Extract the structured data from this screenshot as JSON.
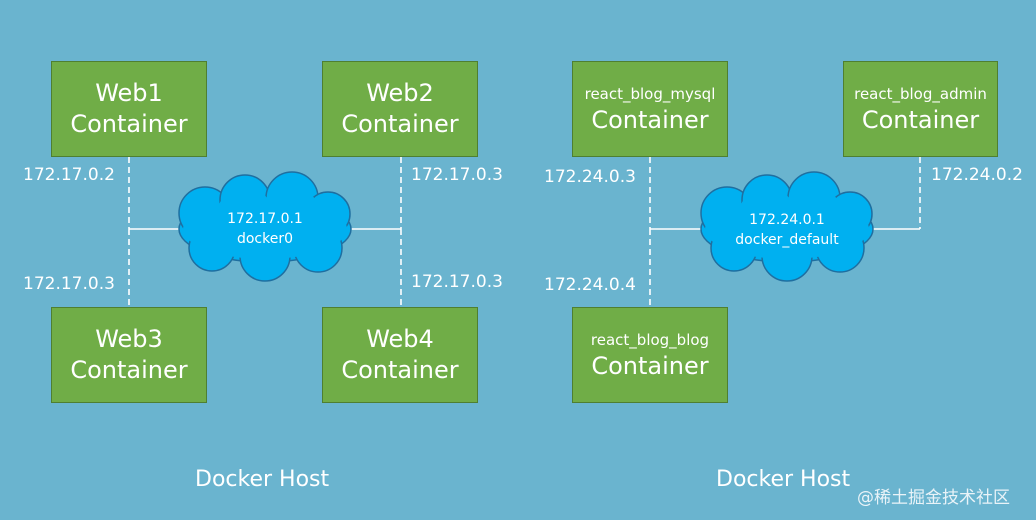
{
  "left": {
    "containers": [
      {
        "name": "Web1",
        "type": "Container"
      },
      {
        "name": "Web2",
        "type": "Container"
      },
      {
        "name": "Web3",
        "type": "Container"
      },
      {
        "name": "Web4",
        "type": "Container"
      }
    ],
    "ips": [
      "172.17.0.2",
      "172.17.0.3",
      "172.17.0.3",
      "172.17.0.3"
    ],
    "network": {
      "gateway": "172.17.0.1",
      "name": "docker0"
    },
    "host_label": "Docker Host"
  },
  "right": {
    "containers": [
      {
        "name": "react_blog_mysql",
        "type": "Container"
      },
      {
        "name": "react_blog_admin",
        "type": "Container"
      },
      {
        "name": "react_blog_blog",
        "type": "Container"
      }
    ],
    "ips": [
      "172.24.0.3",
      "172.24.0.2",
      "172.24.0.4"
    ],
    "network": {
      "gateway": "172.24.0.1",
      "name": "docker_default"
    },
    "host_label": "Docker Host"
  },
  "watermark": "@稀土掘金技术社区",
  "colors": {
    "background": "#6ab4cf",
    "container": "#70ad47",
    "cloud": "#00b0f0"
  }
}
